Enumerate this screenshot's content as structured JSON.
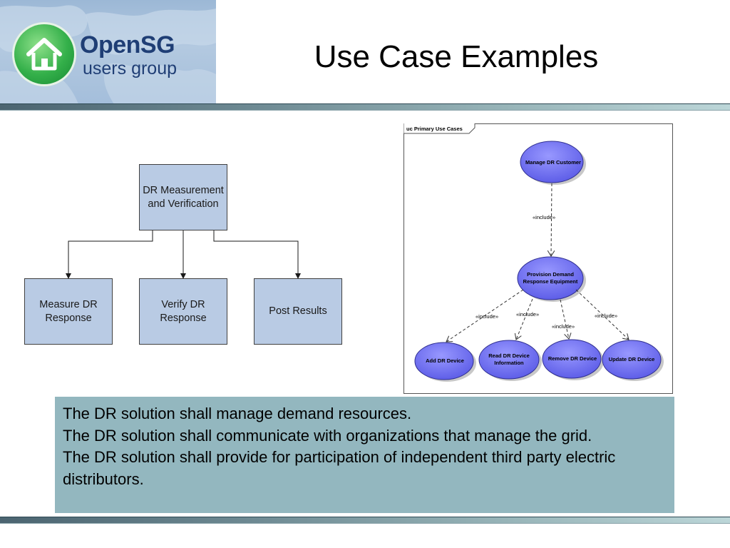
{
  "logo": {
    "title": "OpenSG",
    "subtitle": "users group"
  },
  "slide": {
    "title": "Use Case Examples"
  },
  "hierarchy": {
    "root": "DR Measurement\nand Verification",
    "children": [
      "Measure DR\nResponse",
      "Verify DR\nResponse",
      "Post Results"
    ]
  },
  "use_case_diagram": {
    "frame_label": "uc Primary Use Cases",
    "nodes": {
      "manage": "Manage DR Customer",
      "provision": "Provision Demand\nResponse Equipment",
      "add": "Add DR Device",
      "read": "Read DR Device\nInformation",
      "remove": "Remove DR Device",
      "update": "Update DR Device"
    },
    "include_label": "«include»"
  },
  "requirements": [
    "The DR solution shall manage demand resources.",
    "The DR solution shall communicate with organizations that manage the grid.",
    "The DR solution shall provide for participation of independent third party electric distributors."
  ],
  "colors": {
    "hier_box": "#b9cbe4",
    "use_case_fill": "#6f6ff0",
    "text_box": "#93b7bf"
  }
}
